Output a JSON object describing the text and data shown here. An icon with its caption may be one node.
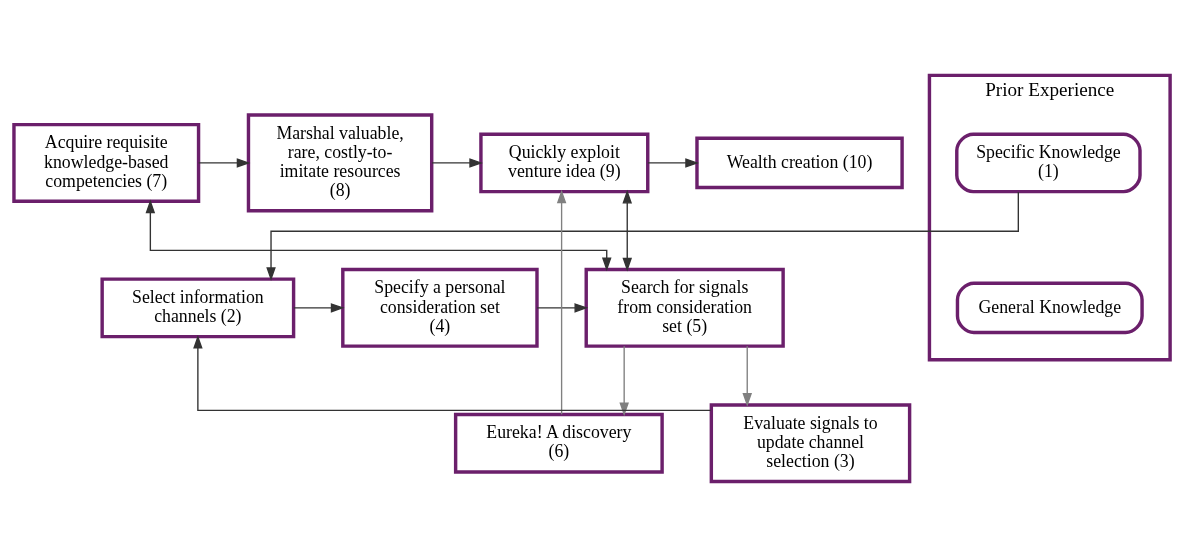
{
  "diagram": {
    "nodes": [
      {
        "text": [
          "Acquire requisite knowledge-based competencies (7)"
        ]
      },
      {
        "text": [
          "Marshal valuable, rare, costly-to-imitate resources (8)"
        ]
      },
      {
        "text": [
          "Quickly exploit venture idea (9)"
        ]
      },
      {
        "text": [
          "Wealth creation (10)"
        ]
      },
      {
        "text": [
          "Prior Experience"
        ]
      },
      {
        "text": [
          "Specific Knowledge (1)"
        ],
        "in": 4
      },
      {
        "text": [
          "General Knowledge"
        ],
        "in": 4
      },
      {
        "text": [
          "Select information channels (2)"
        ]
      },
      {
        "text": [
          "Specify a personal consideration set (4)"
        ]
      },
      {
        "text": [
          "Search for signals from consideration set (5)"
        ]
      },
      {
        "text": [
          "Eureka! A discovery (6)"
        ]
      },
      {
        "text": [
          "Evaluate signals to update channel selection (3)"
        ]
      }
    ],
    "edges": [
      {
        "from": 0,
        "to": 1,
        "arrow": "to"
      },
      {
        "from": 1,
        "to": 2,
        "arrow": "to"
      },
      {
        "from": 2,
        "to": 3,
        "arrow": "to"
      },
      {
        "from": 5,
        "to": 7,
        "arrow": "to"
      },
      {
        "from": 7,
        "to": 8,
        "arrow": "to"
      },
      {
        "from": 8,
        "to": 9,
        "arrow": "to"
      },
      {
        "from": 0,
        "to": 9,
        "arrow": "both"
      },
      {
        "from": 9,
        "to": 2,
        "arrow": "both"
      },
      {
        "from": 9,
        "to": 11,
        "arrow": "to",
        "color": "#808080"
      },
      {
        "from": 11,
        "to": 7,
        "arrow": "to"
      },
      {
        "from": 9,
        "to": 10,
        "arrow": "to",
        "color": "#808080"
      },
      {
        "from": 10,
        "to": 2,
        "arrow": "to",
        "color": "#808080"
      }
    ]
  }
}
